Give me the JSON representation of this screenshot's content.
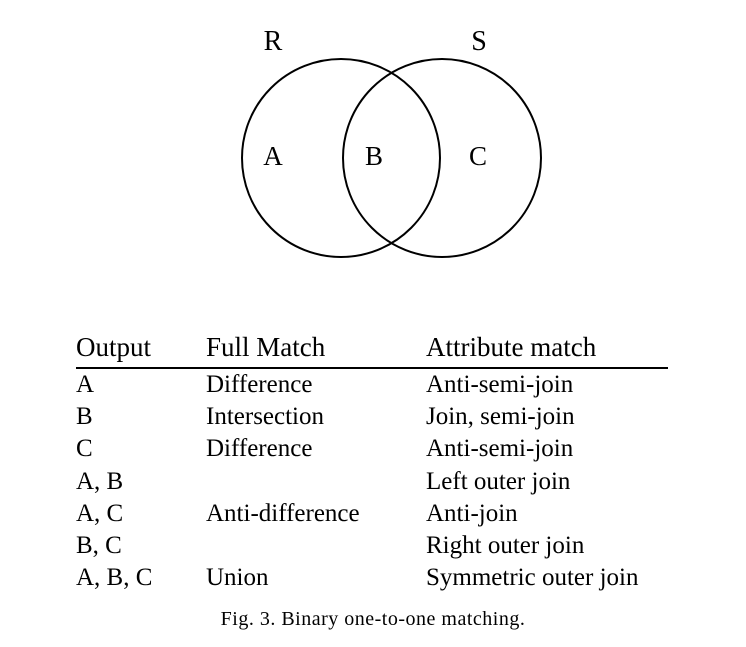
{
  "diagram": {
    "sets": [
      {
        "name": "R"
      },
      {
        "name": "S"
      }
    ],
    "regions": [
      "A",
      "B",
      "C"
    ]
  },
  "table": {
    "headers": [
      "Output",
      "Full Match",
      "Attribute match"
    ],
    "rows": [
      [
        "A",
        "Difference",
        "Anti-semi-join"
      ],
      [
        "B",
        "Intersection",
        "Join, semi-join"
      ],
      [
        "C",
        "Difference",
        "Anti-semi-join"
      ],
      [
        "A, B",
        "",
        "Left outer join"
      ],
      [
        "A, C",
        "Anti-difference",
        "Anti-join"
      ],
      [
        "B, C",
        "",
        "Right outer join"
      ],
      [
        "A, B, C",
        "Union",
        "Symmetric outer join"
      ]
    ]
  },
  "caption": "Fig. 3.  Binary one-to-one matching."
}
